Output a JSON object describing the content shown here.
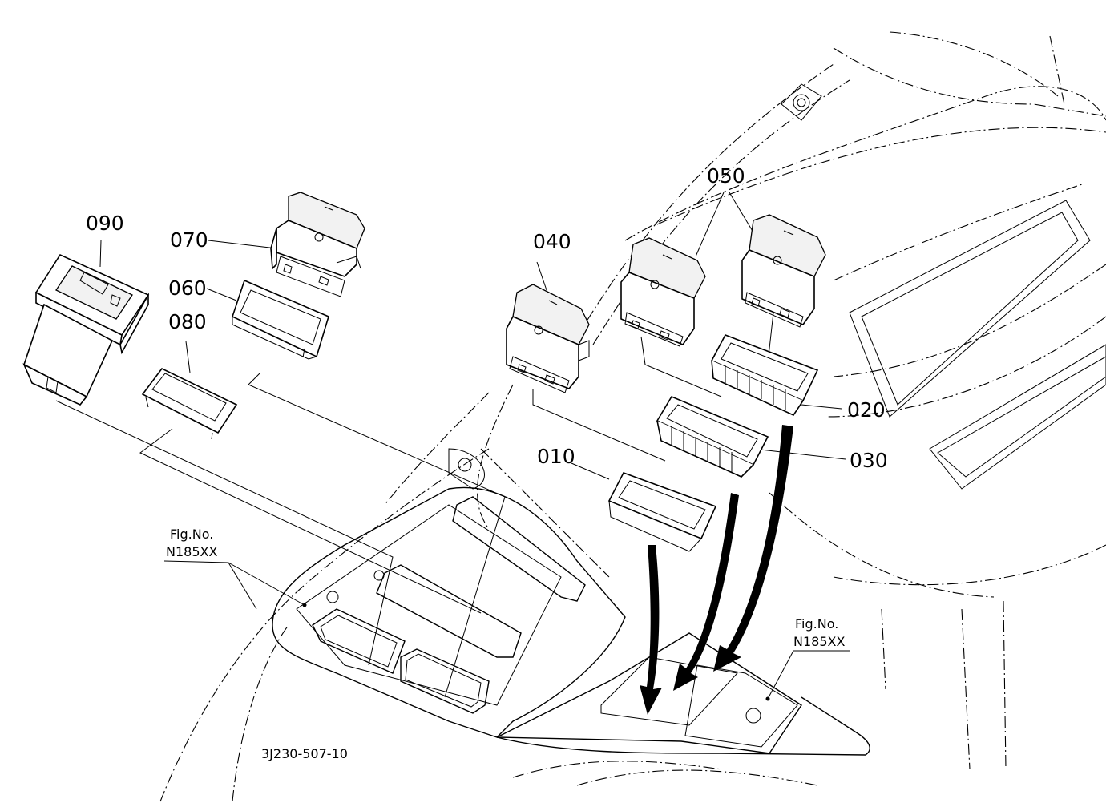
{
  "callouts": {
    "p010": "010",
    "p020": "020",
    "p030": "030",
    "p040": "040",
    "p050": "050",
    "p060": "060",
    "p070": "070",
    "p080": "080",
    "p090": "090"
  },
  "figref_left": {
    "line1": "Fig.No.",
    "line2": "N185XX"
  },
  "figref_right": {
    "line1": "Fig.No.",
    "line2": "N185XX"
  },
  "drawing_number": "3J230-507-10"
}
